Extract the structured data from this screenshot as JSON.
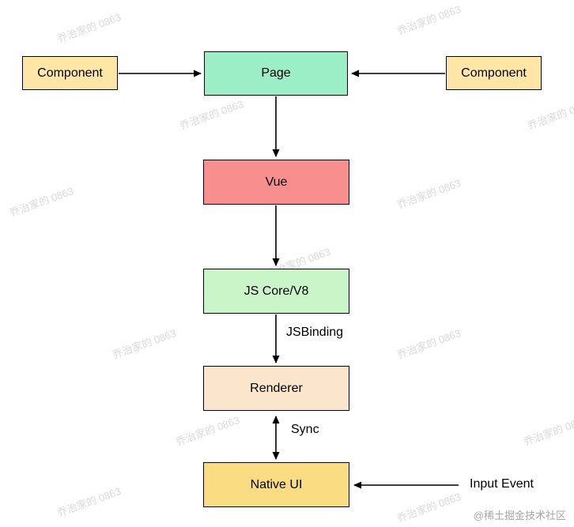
{
  "diagram": {
    "nodes": {
      "component_left": {
        "label": "Component",
        "fill": "#ffe6a7"
      },
      "page": {
        "label": "Page",
        "fill": "#9ceec6"
      },
      "component_right": {
        "label": "Component",
        "fill": "#ffe6a7"
      },
      "vue": {
        "label": "Vue",
        "fill": "#f88e8e"
      },
      "jscore": {
        "label": "JS Core/V8",
        "fill": "#c9f5c9"
      },
      "renderer": {
        "label": "Renderer",
        "fill": "#fce5cd"
      },
      "native_ui": {
        "label": "Native UI",
        "fill": "#fadd82"
      }
    },
    "edge_labels": {
      "jsbinding": "JSBinding",
      "sync": "Sync",
      "input_event": "Input Event"
    },
    "colors": {
      "arrow": "#000000",
      "border": "#000000"
    }
  },
  "watermark": {
    "text": "乔治家的 0863",
    "credit": "@稀土掘金技术社区"
  }
}
